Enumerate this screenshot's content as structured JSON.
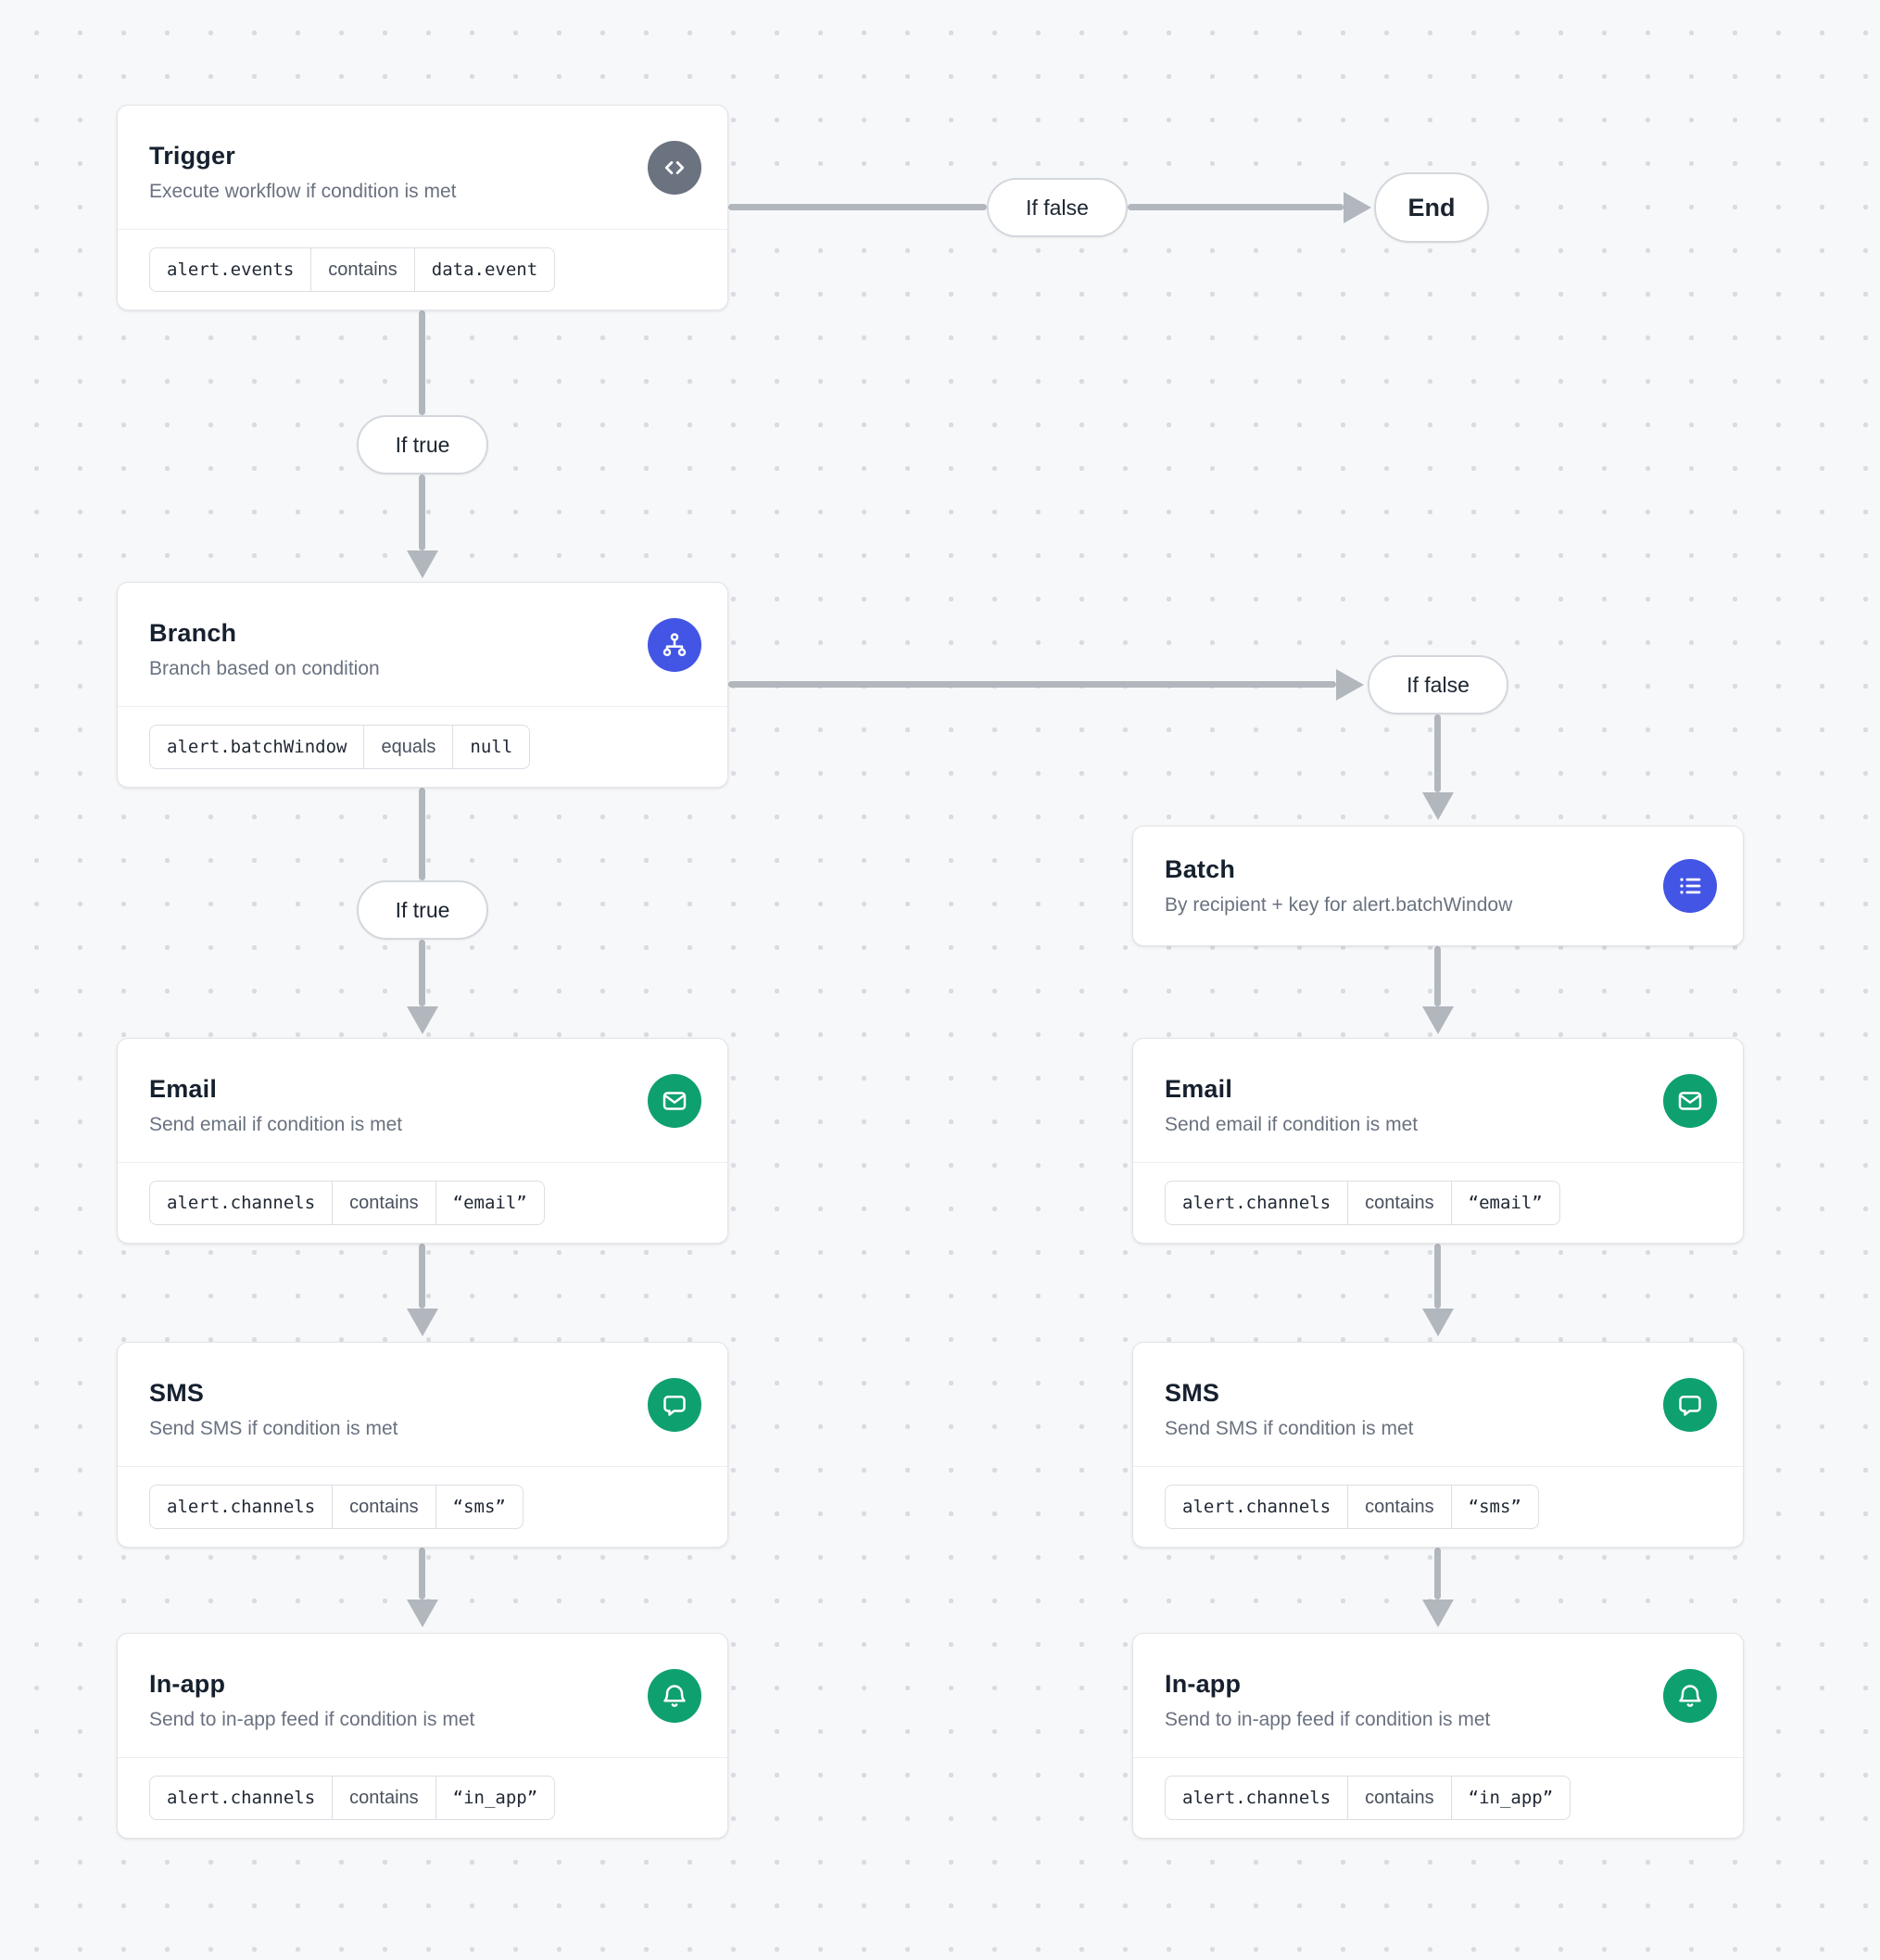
{
  "canvas": {
    "background": "#f7f8f9",
    "dot_color": "#d9dce1"
  },
  "colors": {
    "accent_indigo": "#4355e4",
    "accent_green": "#0fa06f",
    "accent_slate": "#6b7280",
    "arrow": "#b2b7be"
  },
  "edges": {
    "if_true": "If true",
    "if_false": "If false",
    "end": "End"
  },
  "nodes": [
    {
      "key": "trigger",
      "title": "Trigger",
      "subtitle": "Execute workflow if condition is met",
      "icon": "code-icon",
      "condition": [
        "alert.events",
        "contains",
        "data.event"
      ]
    },
    {
      "key": "branch",
      "title": "Branch",
      "subtitle": "Branch based on condition",
      "icon": "branch-icon",
      "condition": [
        "alert.batchWindow",
        "equals",
        "null"
      ]
    },
    {
      "key": "batch",
      "title": "Batch",
      "subtitle": "By recipient + key for alert.batchWindow",
      "icon": "list-icon",
      "condition": null
    },
    {
      "key": "email-left",
      "title": "Email",
      "subtitle": "Send email if condition is met",
      "icon": "mail-icon",
      "condition": [
        "alert.channels",
        "contains",
        "“email”"
      ]
    },
    {
      "key": "sms-left",
      "title": "SMS",
      "subtitle": "Send SMS if condition is met",
      "icon": "chat-icon",
      "condition": [
        "alert.channels",
        "contains",
        "“sms”"
      ]
    },
    {
      "key": "inapp-left",
      "title": "In-app",
      "subtitle": "Send to in-app feed if condition is met",
      "icon": "bell-icon",
      "condition": [
        "alert.channels",
        "contains",
        "“in_app”"
      ]
    },
    {
      "key": "email-right",
      "title": "Email",
      "subtitle": "Send email if condition is met",
      "icon": "mail-icon",
      "condition": [
        "alert.channels",
        "contains",
        "“email”"
      ]
    },
    {
      "key": "sms-right",
      "title": "SMS",
      "subtitle": "Send SMS if condition is met",
      "icon": "chat-icon",
      "condition": [
        "alert.channels",
        "contains",
        "“sms”"
      ]
    },
    {
      "key": "inapp-right",
      "title": "In-app",
      "subtitle": "Send to in-app feed if condition is met",
      "icon": "bell-icon",
      "condition": [
        "alert.channels",
        "contains",
        "“in_app”"
      ]
    }
  ]
}
